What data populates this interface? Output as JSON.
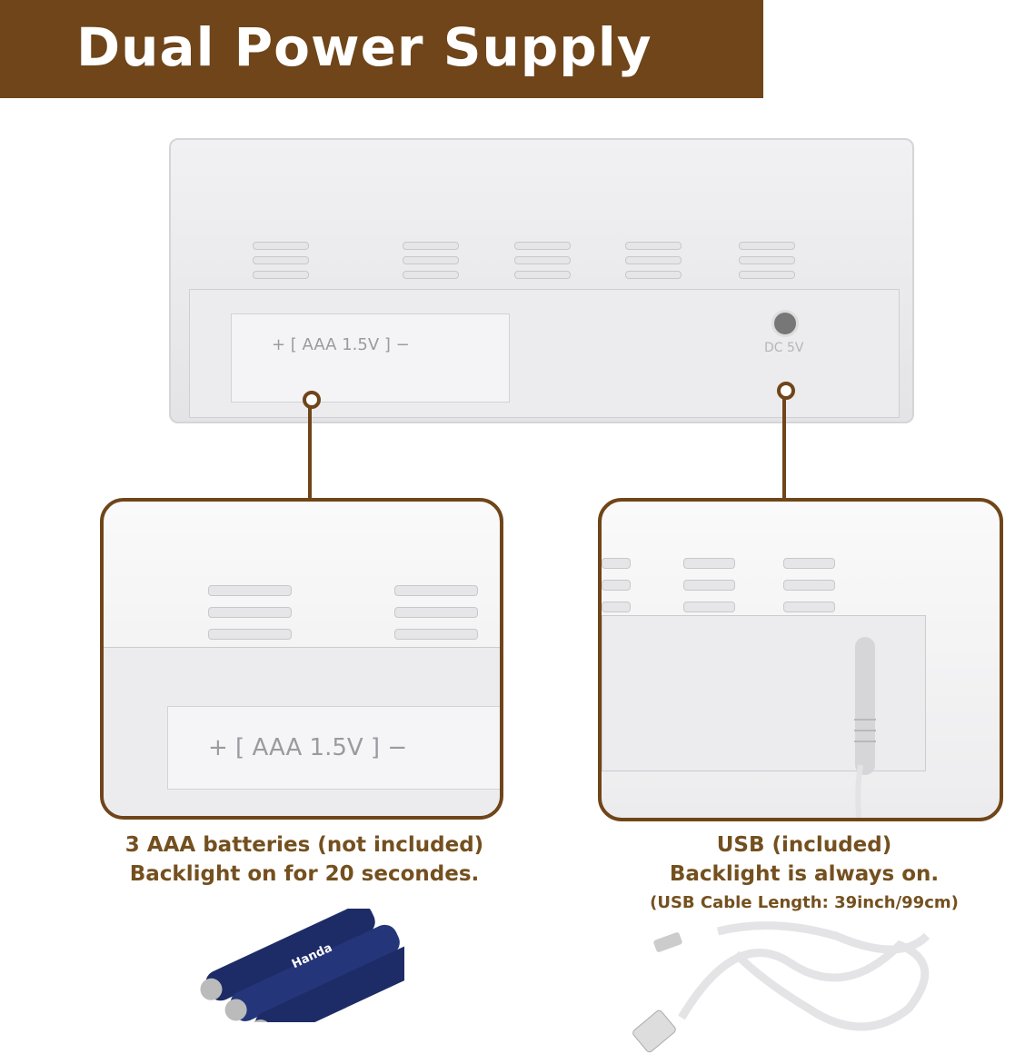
{
  "banner": {
    "title": "Dual Power Supply"
  },
  "device": {
    "battery_label": "+ [ AAA 1.5V ] −",
    "dc_label": "DC 5V"
  },
  "left": {
    "battery_label": "+ [ AAA 1.5V ] −",
    "caption_line1": "3 AAA batteries (not included)",
    "caption_line2": "Backlight on for 20 secondes.",
    "battery_brand": "Handa"
  },
  "right": {
    "caption_line1": "USB (included)",
    "caption_line2": "Backlight is always on.",
    "caption_line3": "(USB Cable Length: 39inch/99cm)"
  },
  "colors": {
    "brand": "#6f4519",
    "text": "#74501f"
  }
}
